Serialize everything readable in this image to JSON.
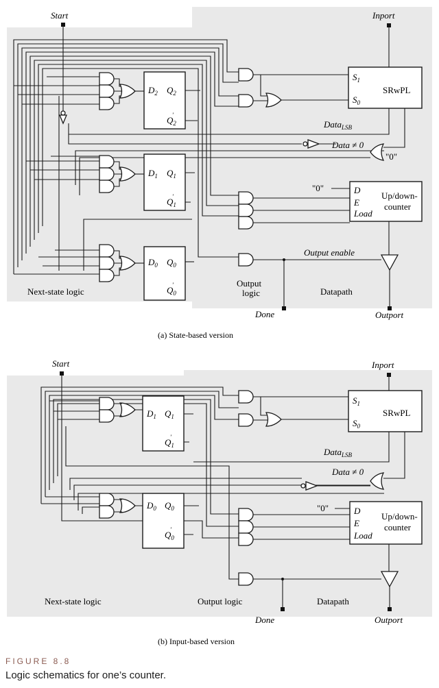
{
  "diagram_a": {
    "start": "Start",
    "inport": "Inport",
    "srwpl": "SRwPL",
    "s1": "S",
    "s1_sub": "1",
    "s0": "S",
    "s0_sub": "0",
    "data": "Data",
    "data_sub": "LSB",
    "data_ne_0": "Data ≠ 0",
    "zero": "\"0\"",
    "zero_in": "\"0\"",
    "counter_line1": "Up/down-",
    "counter_line2": "counter",
    "pin_d": "D",
    "pin_e": "E",
    "pin_load": "Load",
    "ff2": [
      "D",
      "2",
      "Q",
      "2",
      "Q",
      "2"
    ],
    "ff1": [
      "D",
      "1",
      "Q",
      "1",
      "Q",
      "1"
    ],
    "ff0": [
      "D",
      "0",
      "Q",
      "0",
      "Q",
      "0"
    ],
    "output_enable": "Output enable",
    "next_state_logic": "Next-state logic",
    "output_logic_line1": "Output",
    "output_logic_line2": "logic",
    "datapath": "Datapath",
    "done": "Done",
    "outport": "Outport",
    "caption": "(a)  State-based version"
  },
  "diagram_b": {
    "start": "Start",
    "inport": "Inport",
    "srwpl": "SRwPL",
    "data": "Data",
    "data_sub": "LSB",
    "data_ne_0": "Data ≠ 0",
    "zero_in": "\"0\"",
    "counter_line1": "Up/down-",
    "counter_line2": "counter",
    "ff1": [
      "D",
      "1",
      "Q",
      "1",
      "Q",
      "1"
    ],
    "ff0": [
      "D",
      "0",
      "Q",
      "0",
      "Q",
      "0"
    ],
    "next_state_logic": "Next-state logic",
    "output_logic": "Output logic",
    "datapath": "Datapath",
    "done": "Done",
    "outport": "Outport",
    "caption": "(b)  Input-based version"
  },
  "figure": {
    "label": "FIGURE  8.8",
    "title": "Logic schematics for one’s counter."
  }
}
